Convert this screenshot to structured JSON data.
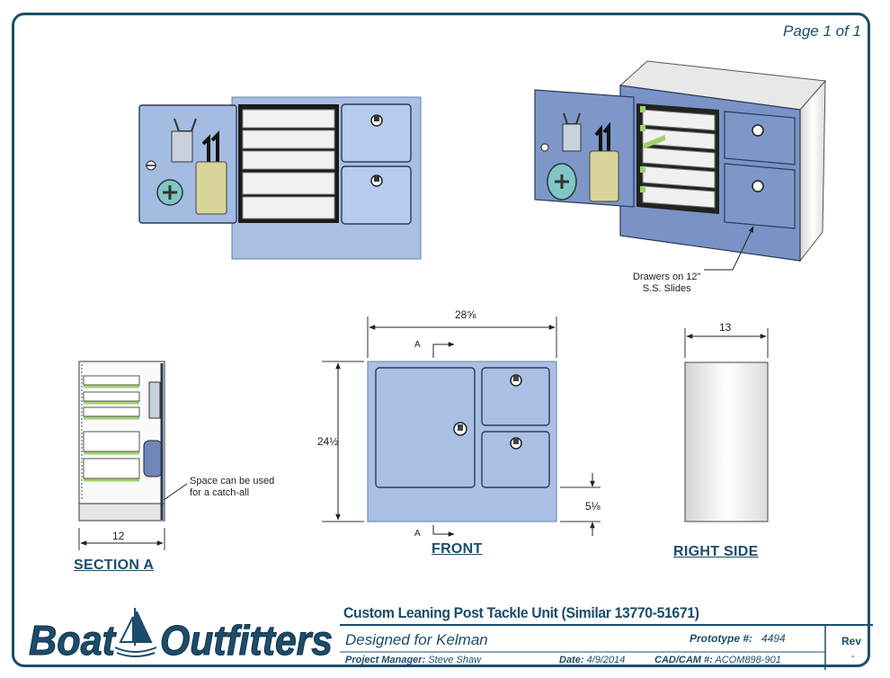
{
  "page": {
    "number_label": "Page 1 of 1"
  },
  "views": {
    "section_a": "SECTION A",
    "front": "FRONT",
    "right_side": "RIGHT SIDE"
  },
  "notes": {
    "drawers_line1": "Drawers on 12\"",
    "drawers_line2": "S.S. Slides",
    "space_line1": "Space can be used",
    "space_line2": "for a catch-all"
  },
  "dimensions": {
    "width": "28⅝",
    "height": "24½",
    "depth": "13",
    "section_depth": "12",
    "step": "5⅛",
    "section_marker": "A"
  },
  "title_block": {
    "logo_word1": "Boat",
    "logo_word2": "Outfitters",
    "title": "Custom Leaning Post Tackle Unit (Similar 13770-51671)",
    "designed_for": "Designed for Kelman",
    "prototype_label": "Prototype #:",
    "prototype_value": "4494",
    "rev_label": "Rev",
    "rev_value": "-",
    "pm_label": "Project Manager:",
    "pm_value": "Steve Shaw",
    "date_label": "Date:",
    "date_value": "4/9/2014",
    "cad_label": "CAD/CAM #:",
    "cad_value": "ACOM898-901"
  },
  "colors": {
    "frame": "#1b4d6b",
    "panel": "#a9c0e4",
    "panel_dark": "#6f87b8",
    "accent_green": "#9fd36a",
    "knife_sheath": "#d9d49a"
  }
}
